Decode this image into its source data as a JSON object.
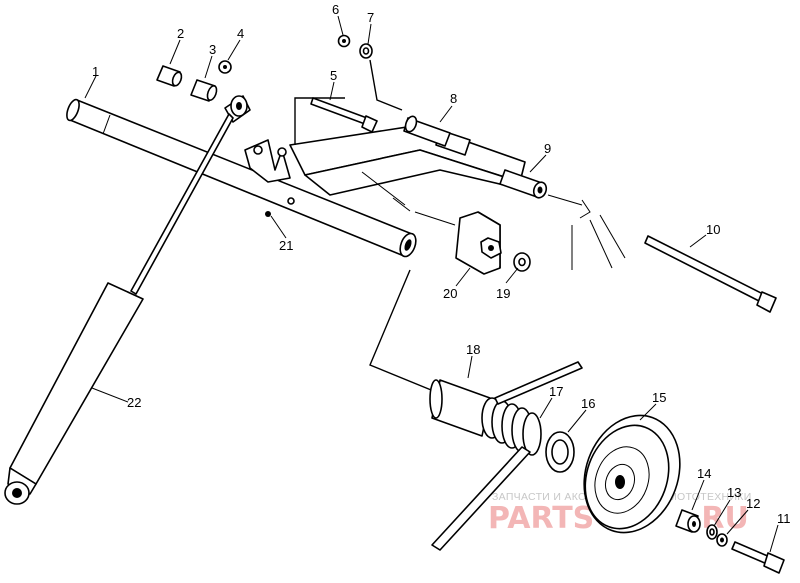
{
  "diagram": {
    "callouts": [
      "1",
      "2",
      "3",
      "4",
      "5",
      "6",
      "7",
      "8",
      "9",
      "10",
      "11",
      "12",
      "13",
      "14",
      "15",
      "16",
      "17",
      "18",
      "19",
      "20",
      "21",
      "22"
    ]
  },
  "watermark": {
    "tagline": "ЗАПЧАСТИ И АКСЕССУАРЫ ДЛЯ МОТОТЕХНИКИ",
    "logo": "PARTS",
    "logo_suffix": ".RU"
  },
  "colors": {
    "ink": "#000000",
    "paper": "#ffffff",
    "watermark_logo": "#f3b6b6",
    "watermark_text": "#c7c7c7"
  }
}
